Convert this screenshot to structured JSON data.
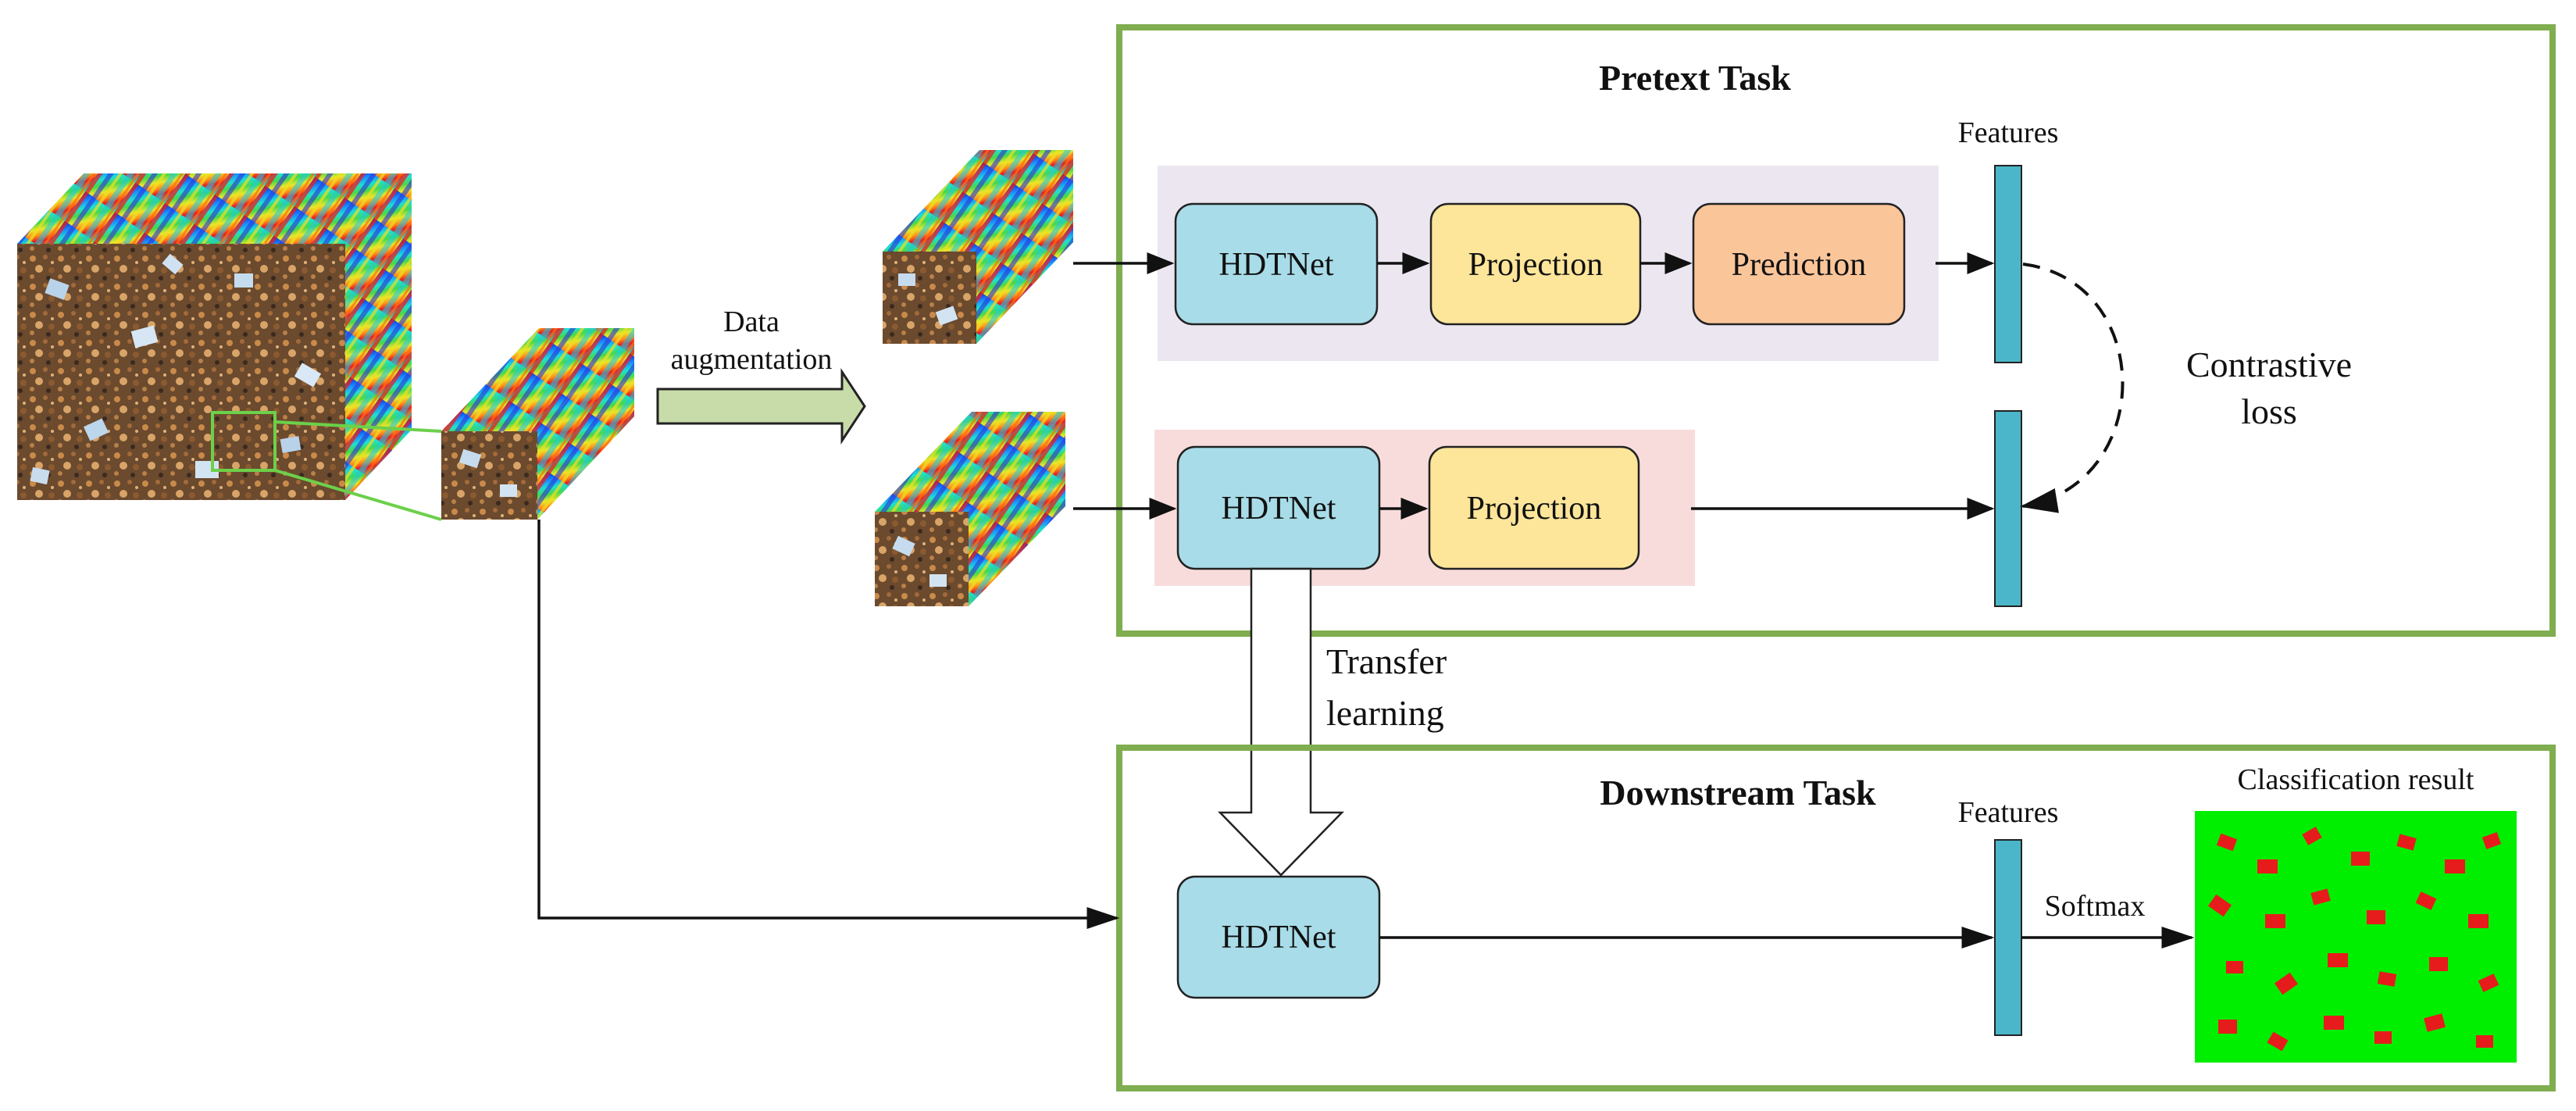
{
  "pretext": {
    "title": "Pretext Task",
    "features_label": "Features",
    "branch_top": [
      "HDTNet",
      "Projection",
      "Prediction"
    ],
    "branch_bottom": [
      "HDTNet",
      "Projection"
    ],
    "loss_line1": "Contrastive",
    "loss_line2": "loss"
  },
  "augmentation": {
    "line1": "Data",
    "line2": "augmentation"
  },
  "transfer": {
    "line1": "Transfer",
    "line2": "learning"
  },
  "downstream": {
    "title": "Downstream Task",
    "features_label": "Features",
    "model": "HDTNet",
    "softmax_label": "Softmax",
    "result_label": "Classification result"
  },
  "colors": {
    "frame_green": "#7fad4f",
    "hdtnet_fill": "#a8dce8",
    "projection_fill": "#fde59a",
    "prediction_fill": "#fbc59a",
    "top_band": "#ebe6f0",
    "bottom_band": "#f8dcdc",
    "feature_bar": "#4bb6c9",
    "class_bg": "#00ee00",
    "class_fg": "#e61c1c",
    "arrow_fill": "#c8dcaa"
  }
}
